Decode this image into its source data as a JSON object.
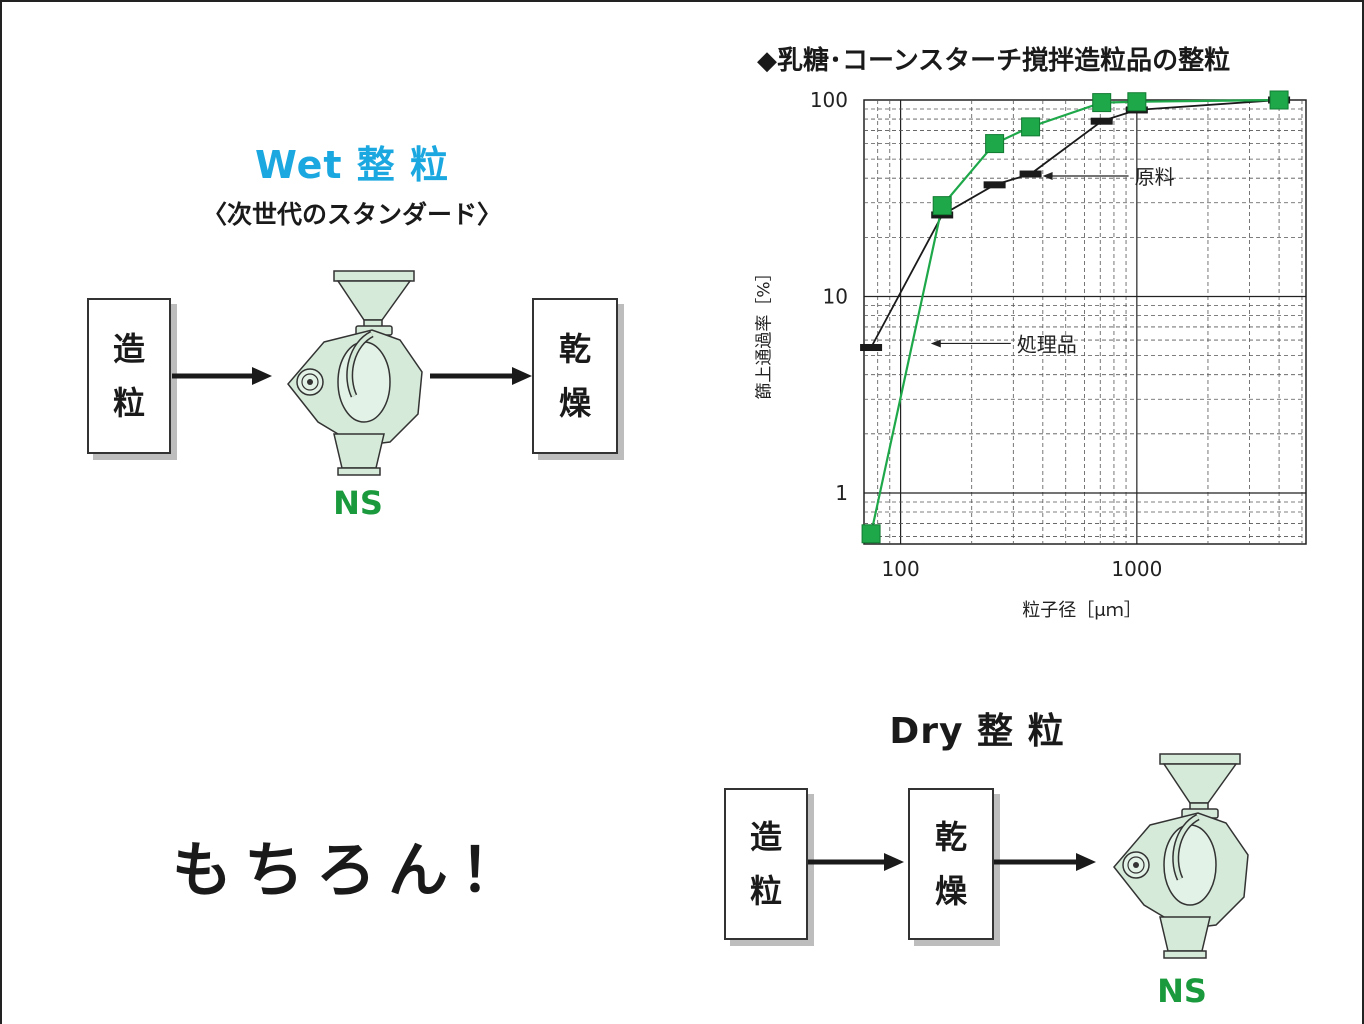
{
  "wet": {
    "title": "Wet 整 粒",
    "subtitle": "〈次世代のスタンダード〉",
    "box_left": [
      "造",
      "粒"
    ],
    "box_right": [
      "乾",
      "燥"
    ],
    "machine_label": "NS"
  },
  "dry": {
    "title": "Dry 整 粒",
    "box_left": [
      "造",
      "粒"
    ],
    "box_middle": [
      "乾",
      "燥"
    ],
    "machine_label": "NS"
  },
  "exclaim": "もちろん！",
  "colors": {
    "wet_title": "#1ba8e0",
    "ns_green": "#1a9a3c",
    "processed_series": "#1ea84a",
    "raw_series": "#1a1a1a",
    "machine_fill": "#d5ead9"
  },
  "icons": [
    "granulator-machine-icon",
    "arrow-right-icon"
  ],
  "chart_data": {
    "type": "line",
    "title": "◆乳糖･コーンスターチ撹拌造粒品の整粒",
    "xlabel": "粒子径［μｍ］",
    "ylabel": "篩上通過率［%］",
    "x_scale": "log",
    "y_scale": "log",
    "xlim": [
      70,
      5200
    ],
    "ylim": [
      0.55,
      100
    ],
    "x_ticks": [
      100,
      1000
    ],
    "x_tick_labels": [
      "100",
      "1000"
    ],
    "y_ticks": [
      1,
      10,
      100
    ],
    "y_tick_labels": [
      "1",
      "10",
      "100"
    ],
    "grid": true,
    "series": [
      {
        "name": "原料",
        "marker": "dash",
        "x": [
          75,
          150,
          250,
          355,
          710,
          1000,
          4000
        ],
        "y": [
          5.5,
          26,
          37,
          42,
          78,
          89,
          100
        ]
      },
      {
        "name": "処理品",
        "marker": "square",
        "x": [
          75,
          150,
          250,
          355,
          710,
          1000,
          4000
        ],
        "y": [
          0.62,
          29,
          60,
          73,
          97,
          98,
          100
        ]
      }
    ]
  }
}
